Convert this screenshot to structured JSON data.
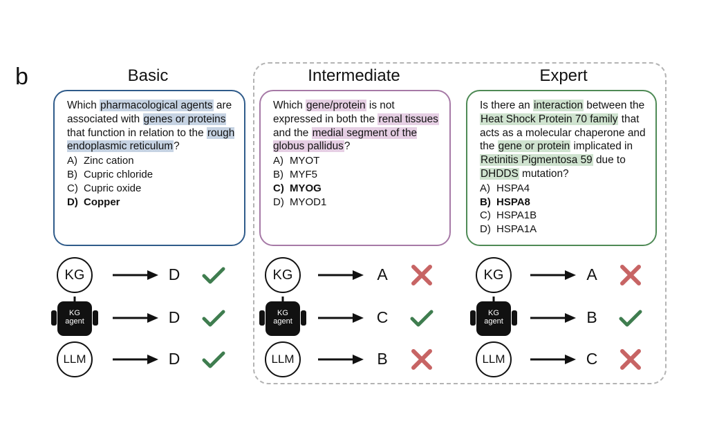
{
  "panel_label": "b",
  "columns": [
    {
      "title": "Basic",
      "border_color": "#2f5b8a",
      "highlight_color": "#c6d3e3",
      "question": [
        {
          "t": "Which "
        },
        {
          "t": "pharmacological agents",
          "hl": true
        },
        {
          "t": " are associated with "
        },
        {
          "t": "genes or proteins",
          "hl": true
        },
        {
          "t": " that function in relation to the "
        },
        {
          "t": "rough endoplasmic reticulum",
          "hl": true
        },
        {
          "t": "?"
        }
      ],
      "options": [
        {
          "letter": "A)",
          "text": "Zinc cation",
          "correct": false
        },
        {
          "letter": "B)",
          "text": "Cupric chloride",
          "correct": false
        },
        {
          "letter": "C)",
          "text": "Cupric oxide",
          "correct": false
        },
        {
          "letter": "D)",
          "text": "Copper",
          "correct": true
        }
      ],
      "results": [
        {
          "model": "KG",
          "answer": "D",
          "correct": true
        },
        {
          "model": "KG agent",
          "answer": "D",
          "correct": true
        },
        {
          "model": "LLM",
          "answer": "D",
          "correct": true
        }
      ]
    },
    {
      "title": "Intermediate",
      "border_color": "#a679a6",
      "highlight_color": "#e6cfe4",
      "question": [
        {
          "t": "Which "
        },
        {
          "t": "gene/protein",
          "hl": true
        },
        {
          "t": " is not expressed in both the "
        },
        {
          "t": "renal tissues",
          "hl": true
        },
        {
          "t": " and the "
        },
        {
          "t": "medial segment of the globus pallidus",
          "hl": true
        },
        {
          "t": "?"
        }
      ],
      "options": [
        {
          "letter": "A)",
          "text": "MYOT",
          "correct": false
        },
        {
          "letter": "B)",
          "text": "MYF5",
          "correct": false
        },
        {
          "letter": "C)",
          "text": "MYOG",
          "correct": true
        },
        {
          "letter": "D)",
          "text": "MYOD1",
          "correct": false
        }
      ],
      "results": [
        {
          "model": "KG",
          "answer": "A",
          "correct": false
        },
        {
          "model": "KG agent",
          "answer": "C",
          "correct": true
        },
        {
          "model": "LLM",
          "answer": "B",
          "correct": false
        }
      ]
    },
    {
      "title": "Expert",
      "border_color": "#4e8a55",
      "highlight_color": "#cfe3cf",
      "question": [
        {
          "t": "Is there an "
        },
        {
          "t": "interaction",
          "hl": true
        },
        {
          "t": " between the "
        },
        {
          "t": "Heat Shock Protein 70 family",
          "hl": true
        },
        {
          "t": " that acts as a molecular chaperone and the "
        },
        {
          "t": "gene or protein",
          "hl": true
        },
        {
          "t": " implicated in "
        },
        {
          "t": "Retinitis Pigmentosa 59",
          "hl": true
        },
        {
          "t": " due to "
        },
        {
          "t": "DHDDS",
          "hl": true
        },
        {
          "t": " mutation?"
        }
      ],
      "options": [
        {
          "letter": "A)",
          "text": "HSPA4",
          "correct": false
        },
        {
          "letter": "B)",
          "text": "HSPA8",
          "correct": true
        },
        {
          "letter": "C)",
          "text": "HSPA1B",
          "correct": false
        },
        {
          "letter": "D)",
          "text": "HSPA1A",
          "correct": false
        }
      ],
      "results": [
        {
          "model": "KG",
          "answer": "A",
          "correct": false
        },
        {
          "model": "KG agent",
          "answer": "B",
          "correct": true
        },
        {
          "model": "LLM",
          "answer": "C",
          "correct": false
        }
      ]
    }
  ],
  "colors": {
    "check": "#3f7d4f",
    "cross": "#c76464"
  },
  "icons": {
    "correct": "check-icon",
    "incorrect": "cross-icon",
    "agent": "robot-icon"
  }
}
